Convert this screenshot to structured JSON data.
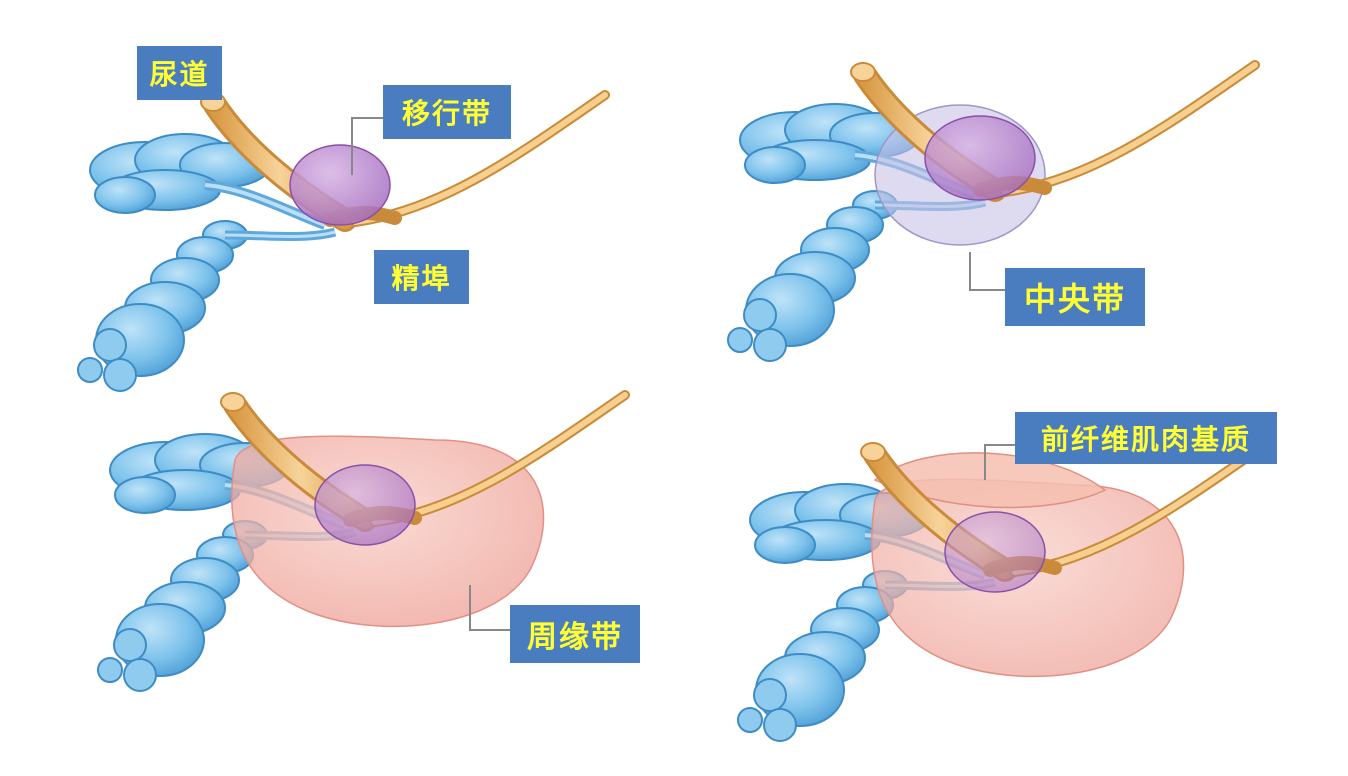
{
  "panels": [
    {
      "id": "panel-1",
      "labels": {
        "urethra": "尿道",
        "transition_zone": "移行带",
        "verumontanum": "精埠"
      }
    },
    {
      "id": "panel-2",
      "labels": {
        "central_zone": "中央带"
      }
    },
    {
      "id": "panel-3",
      "labels": {
        "peripheral_zone": "周缘带"
      }
    },
    {
      "id": "panel-4",
      "labels": {
        "anterior_fibromuscular_stroma": "前纤维肌肉基质"
      }
    }
  ],
  "colors": {
    "label_background": "#4a7dbf",
    "label_text": "#ffff33",
    "urethra": "#f0c27a",
    "seminal_vesicle": "#7ec3ec",
    "transition_zone": "#b783c9",
    "central_zone": "#c8c2e6",
    "peripheral_zone": "#f2a7a0",
    "anterior_stroma": "#f5c0b0"
  }
}
